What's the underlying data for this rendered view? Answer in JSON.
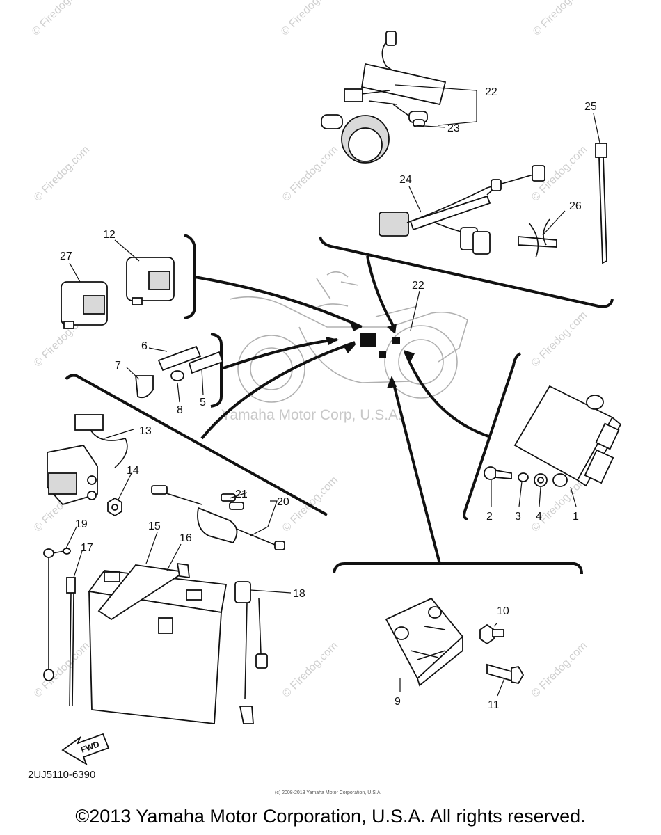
{
  "diagram_code": "2UJ5110-6390",
  "copyright": "©2013 Yamaha Motor Corporation, U.S.A. All rights reserved.",
  "fine_print": "(c) 2008-2013 Yamaha Motor Corporation, U.S.A.",
  "center_watermark": "Yamaha Motor Corp, U.S.A.",
  "watermark": "© Firedog.com",
  "fwd_label": "FWD",
  "part_numbers": [
    "1",
    "2",
    "3",
    "4",
    "5",
    "6",
    "7",
    "8",
    "9",
    "10",
    "11",
    "12",
    "13",
    "14",
    "15",
    "16",
    "17",
    "18",
    "19",
    "20",
    "21",
    "22",
    "23",
    "24",
    "25",
    "26",
    "27",
    "22"
  ]
}
